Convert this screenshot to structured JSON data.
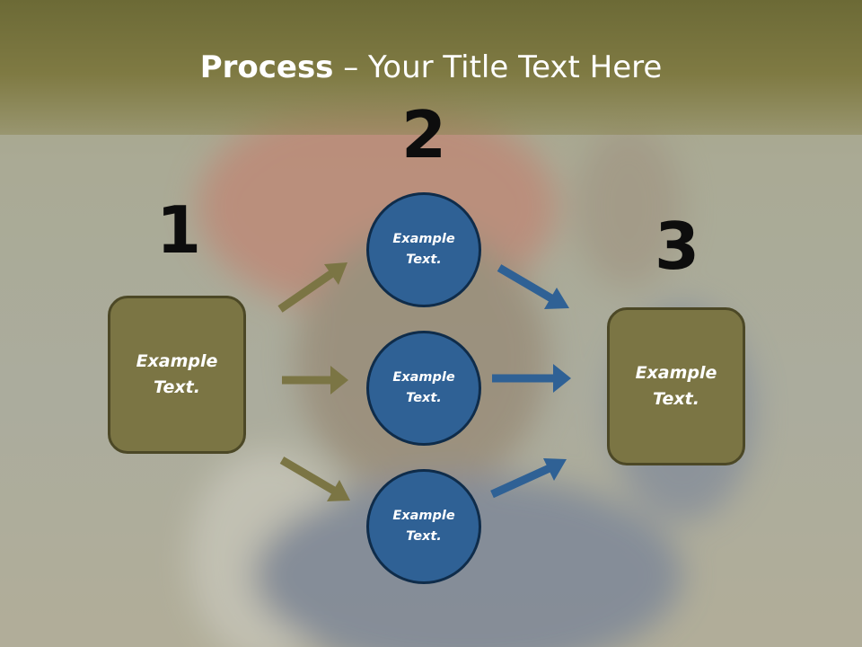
{
  "title": {
    "bold": "Process",
    "rest": " – Your Title Text Here"
  },
  "numbers": {
    "n1": "1",
    "n2": "2",
    "n3": "3"
  },
  "box_left": {
    "text": "Example Text."
  },
  "box_right": {
    "text": "Example Text."
  },
  "circles": [
    {
      "text": "Example Text."
    },
    {
      "text": "Example Text."
    },
    {
      "text": "Example Text."
    }
  ],
  "colors": {
    "header": "#7b7544",
    "box_fill": "#7b7544",
    "box_border": "#4c4826",
    "circle_fill": "#2f6195",
    "circle_border": "#0f2c4a",
    "arrow_olive": "#7b7544",
    "arrow_blue": "#2f6195"
  }
}
